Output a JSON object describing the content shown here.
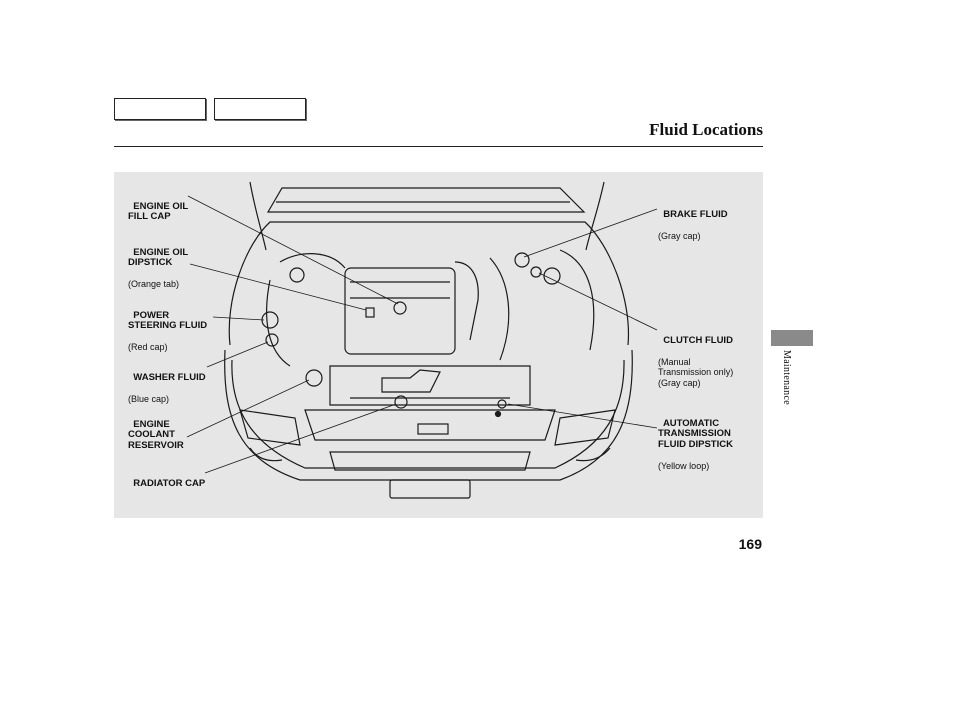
{
  "page": {
    "title": "Fluid Locations",
    "section_label": "Maintenance",
    "page_number": "169"
  },
  "labels": {
    "engine_oil_fill_cap": "ENGINE OIL\nFILL CAP",
    "engine_oil_dipstick": "ENGINE OIL\nDIPSTICK",
    "engine_oil_dipstick_note": "(Orange tab)",
    "power_steering": "POWER\nSTEERING FLUID",
    "power_steering_note": "(Red cap)",
    "washer_fluid": "WASHER FLUID",
    "washer_fluid_note": "(Blue cap)",
    "engine_coolant": "ENGINE\nCOOLANT\nRESERVOIR",
    "radiator_cap": "RADIATOR CAP",
    "brake_fluid": "BRAKE FLUID",
    "brake_fluid_note": "(Gray cap)",
    "clutch_fluid": "CLUTCH FLUID",
    "clutch_fluid_note": "(Manual\nTransmission only)\n(Gray cap)",
    "auto_trans": "AUTOMATIC\nTRANSMISSION\nFLUID DIPSTICK",
    "auto_trans_note": "(Yellow loop)"
  }
}
